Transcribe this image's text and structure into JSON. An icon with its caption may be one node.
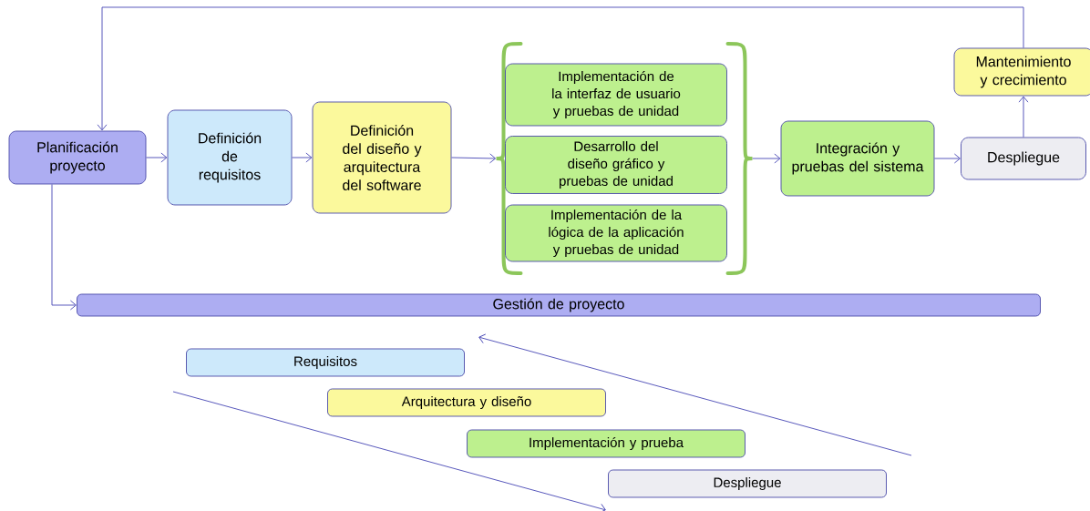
{
  "diagram": {
    "nodes": [
      {
        "text": [
          "Planificación proyecto"
        ]
      },
      {
        "text": [
          "Definición de requisitos"
        ]
      },
      {
        "text": [
          "Definición del diseño y arquitectura del software"
        ]
      },
      {
        "text": [],
        "shape": "brace"
      },
      {
        "text": [
          "Implementación de la interfaz de usuario y pruebas de unidad"
        ]
      },
      {
        "text": [
          "Desarrollo del diseño gráfico y pruebas de unidad"
        ]
      },
      {
        "text": [
          "Implementación de la lógica de la aplicación y pruebas de unidad"
        ]
      },
      {
        "text": [],
        "shape": "brace"
      },
      {
        "text": [
          "Integración y pruebas del sistema"
        ]
      },
      {
        "text": [
          "Despliegue"
        ]
      },
      {
        "text": [
          "Mantenimiento y crecimiento"
        ]
      },
      {
        "text": [
          "Gestión de proyecto"
        ]
      },
      {
        "text": [
          "Requisitos"
        ]
      },
      {
        "text": [
          "Arquitectura y diseño"
        ]
      },
      {
        "text": [
          "Implementación y prueba"
        ]
      },
      {
        "text": [
          "Despliegue"
        ]
      }
    ],
    "edges": [
      {
        "from": 0,
        "to": 1,
        "arrow": "to"
      },
      {
        "from": 1,
        "to": 2,
        "arrow": "to"
      },
      {
        "from": 2,
        "to": 3,
        "arrow": "to"
      },
      {
        "from": 7,
        "to": 8,
        "arrow": "to"
      },
      {
        "from": 8,
        "to": 9,
        "arrow": "to"
      },
      {
        "from": 9,
        "to": 10,
        "arrow": "to"
      },
      {
        "from": 10,
        "to": 0,
        "arrow": "to"
      },
      {
        "from": 0,
        "to": 11,
        "arrow": "to"
      }
    ]
  }
}
